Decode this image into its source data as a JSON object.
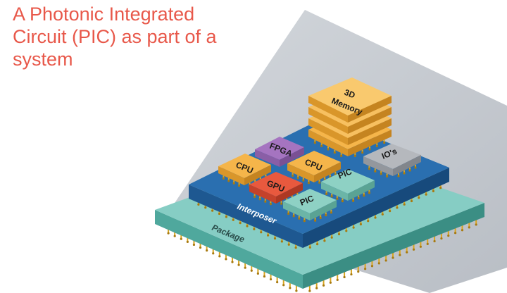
{
  "title": {
    "lines": [
      "A Photonic Integrated",
      "Circuit (PIC) as part of a",
      "system"
    ]
  },
  "labels": {
    "memory_line1": "3D",
    "memory_line2": "Memory",
    "fpga": "FPGA",
    "cpu_left": "CPU",
    "cpu_right": "CPU",
    "gpu": "GPU",
    "pic_right": "PIC",
    "pic_bottom": "PIC",
    "ios": "IO's",
    "interposer": "Interposer",
    "package": "Package"
  },
  "colors": {
    "title": "#e8584a",
    "background_plane": "#c9cdd3",
    "package_top": "#86cdc4",
    "interposer_top": "#2a6fb0",
    "memory": "#f5b54a",
    "fpga": "#b98ad0",
    "cpu": "#f5b54a",
    "gpu": "#e8593e",
    "pic": "#8ed1c4",
    "ios": "#b5b8bd",
    "pins": "#d9a520"
  }
}
